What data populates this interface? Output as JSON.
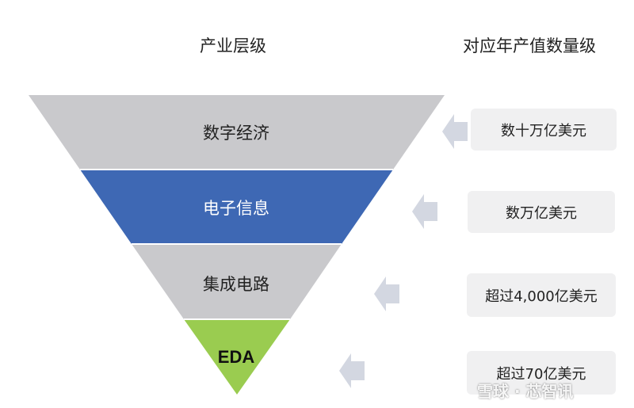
{
  "headers": {
    "left": "产业层级",
    "right": "对应年产值数量级"
  },
  "levels": [
    {
      "name": "数字经济",
      "value": "数十万亿美元",
      "color": "#c9c9cc"
    },
    {
      "name": "电子信息",
      "value": "数万亿美元",
      "color": "#3e68b4"
    },
    {
      "name": "集成电路",
      "value": "超过4,000亿美元",
      "color": "#c9c9cc"
    },
    {
      "name": "EDA",
      "value": "超过70亿美元",
      "color": "#9acc50"
    }
  ],
  "arrow_color": "#d3d7e1",
  "watermark": "雪球 · 芯智讯"
}
